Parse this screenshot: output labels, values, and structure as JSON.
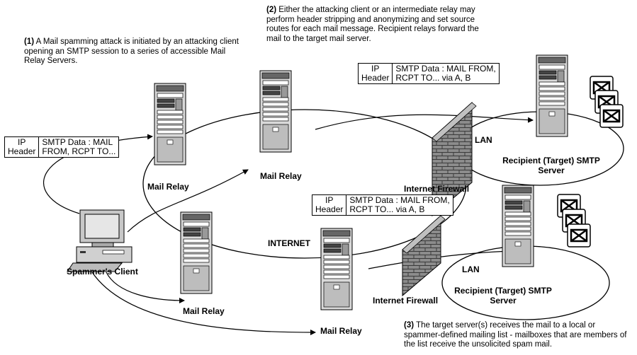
{
  "captions": {
    "step1_num": "(1)",
    "step1_text": "A Mail spamming attack is initiated by an attacking client opening an SMTP session to a series of accessible Mail Relay Servers.",
    "step2_num": "(2)",
    "step2_text": "Either the attacking client or an intermediate relay may perform header stripping and anonymizing and set source routes for each mail message. Recipient relays forward the mail to the target mail server.",
    "step3_num": "(3)",
    "step3_text": "The target server(s) receives the mail to a local or spammer-defined mailing list - mailboxes that are members of the list receive the unsolicited spam mail."
  },
  "packets": [
    {
      "header": [
        "IP",
        "Header"
      ],
      "data": [
        "SMTP Data : MAIL",
        "FROM, RCPT TO..."
      ]
    },
    {
      "header": [
        "IP",
        "Header"
      ],
      "data": [
        "SMTP Data : MAIL FROM,",
        "RCPT TO... via A, B"
      ]
    },
    {
      "header": [
        "IP",
        "Header"
      ],
      "data": [
        "SMTP Data : MAIL FROM,",
        "RCPT TO... via A, B"
      ]
    }
  ],
  "labels": {
    "mail_relay": "Mail Relay",
    "spammer_client": "Spammer's Client",
    "internet_firewall": "Internet Firewall",
    "lan": "LAN",
    "internet": "INTERNET",
    "recipient_server_line1": "Recipient (Target) SMTP",
    "recipient_server_line2": "Server"
  },
  "icons": {
    "server": "server-tower-icon",
    "client": "desktop-computer-icon",
    "firewall": "brick-firewall-icon",
    "envelope": "envelope-icon"
  },
  "colors": {
    "server_body": "#d9d9d9",
    "server_dark": "#555555",
    "brick": "#8c8c8c",
    "line": "#000000"
  }
}
